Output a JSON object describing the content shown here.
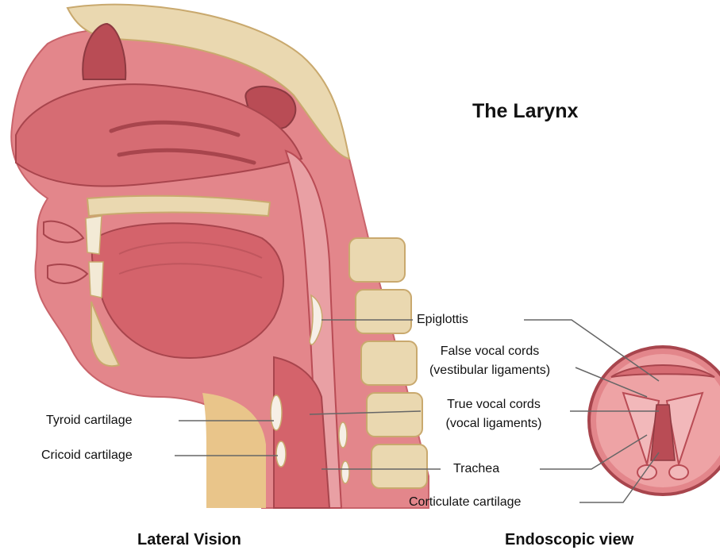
{
  "title": "The Larynx",
  "captions": {
    "lateral": "Lateral Vision",
    "endoscopic": "Endoscopic view"
  },
  "labels": {
    "epiglottis": "Epiglottis",
    "false_vocal_cords": "False vocal cords",
    "false_vocal_cords_sub": "(vestibular ligaments)",
    "true_vocal_cords": "True vocal cords",
    "true_vocal_cords_sub": "(vocal ligaments)",
    "trachea": "Trachea",
    "corniculate_cartilage": "Corticulate cartilage",
    "thyroid_cartilage": "Tyroid cartilage",
    "cricoid_cartilage": "Cricoid cartilage"
  },
  "colors": {
    "tissue": "#d9757b",
    "tissue_dark": "#b94c55",
    "tissue_light": "#eea3a5",
    "bone": "#ead8b0",
    "bone_edge": "#c9a96e",
    "cartilage": "#f6efe6",
    "neck": "#e9c58a",
    "leader_line": "#666666"
  }
}
